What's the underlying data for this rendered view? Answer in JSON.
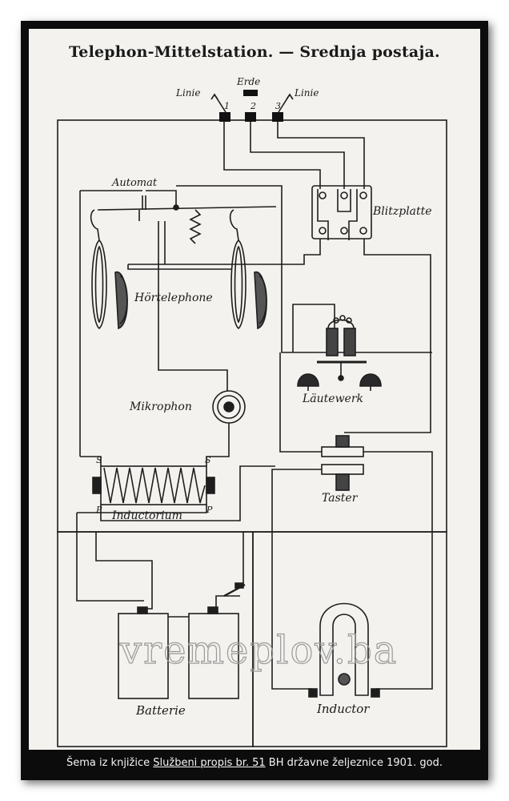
{
  "title": "Telephon-Mittelstation. — Srednja postaja.",
  "terminals": {
    "linie_left": "Linie",
    "erde": "Erde",
    "linie_right": "Linie",
    "n1": "1",
    "n2": "2",
    "n3": "3"
  },
  "labels": {
    "automat": "Automat",
    "blitzplatte": "Blitzplatte",
    "hoertelephone": "Hörtelephone",
    "lautewerk": "Läutewerk",
    "mikrophon": "Mikrophon",
    "inductorium": "Inductorium",
    "taster": "Taster",
    "batterie": "Batterie",
    "inductor": "Inductor",
    "s1": "S",
    "s2": "S",
    "p1": "P",
    "p2": "P"
  },
  "watermark": "vremeplov.ba",
  "caption": {
    "part1": "Šema iz knjižice ",
    "link": "Službeni propis br. 51",
    "part2": "  BH državne željeznice 1901. god."
  }
}
